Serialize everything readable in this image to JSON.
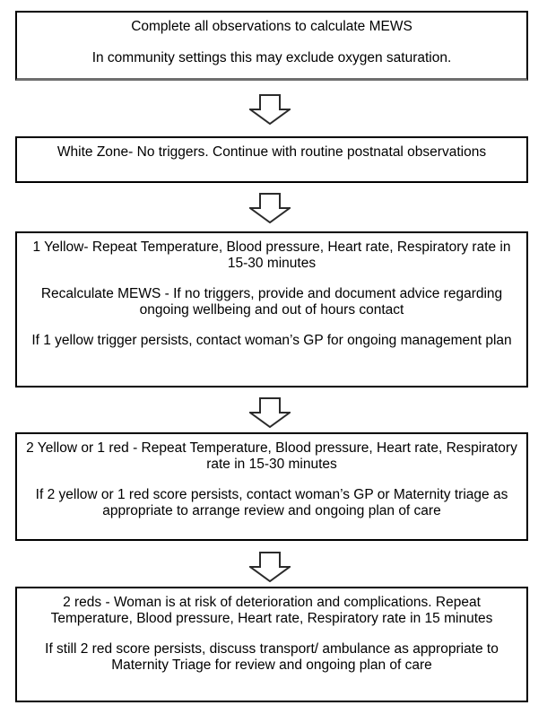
{
  "flowchart": {
    "colors": {
      "border": "#000000",
      "background": "#ffffff",
      "text": "#000000",
      "top_box_shadow": "#6e6e6e"
    },
    "arrow_icon": "down-block-arrow",
    "boxes": [
      {
        "name": "complete-observations",
        "paragraphs": [
          "Complete all observations to calculate MEWS",
          "In community settings this may exclude oxygen saturation."
        ]
      },
      {
        "name": "white-zone",
        "paragraphs": [
          "White Zone- No triggers. Continue with routine postnatal observations"
        ]
      },
      {
        "name": "one-yellow",
        "paragraphs": [
          "1 Yellow- Repeat Temperature, Blood pressure, Heart rate, Respiratory rate in 15-30 minutes",
          "Recalculate MEWS - If no triggers, provide and document advice regarding ongoing wellbeing and out of hours contact",
          "If 1 yellow trigger persists, contact woman’s GP for ongoing management plan"
        ]
      },
      {
        "name": "two-yellow-or-one-red",
        "paragraphs": [
          "2 Yellow or 1 red - Repeat Temperature, Blood pressure, Heart rate, Respiratory rate in 15-30 minutes",
          "If 2 yellow or 1 red score persists, contact woman’s GP or Maternity triage as appropriate to arrange review and ongoing plan of care"
        ]
      },
      {
        "name": "two-reds",
        "paragraphs": [
          "2 reds - Woman is at risk of deterioration and complications. Repeat Temperature, Blood pressure, Heart rate, Respiratory rate in 15 minutes",
          "If still 2 red score persists, discuss transport/ ambulance as appropriate to Maternity Triage for review and ongoing plan of care"
        ]
      }
    ]
  }
}
